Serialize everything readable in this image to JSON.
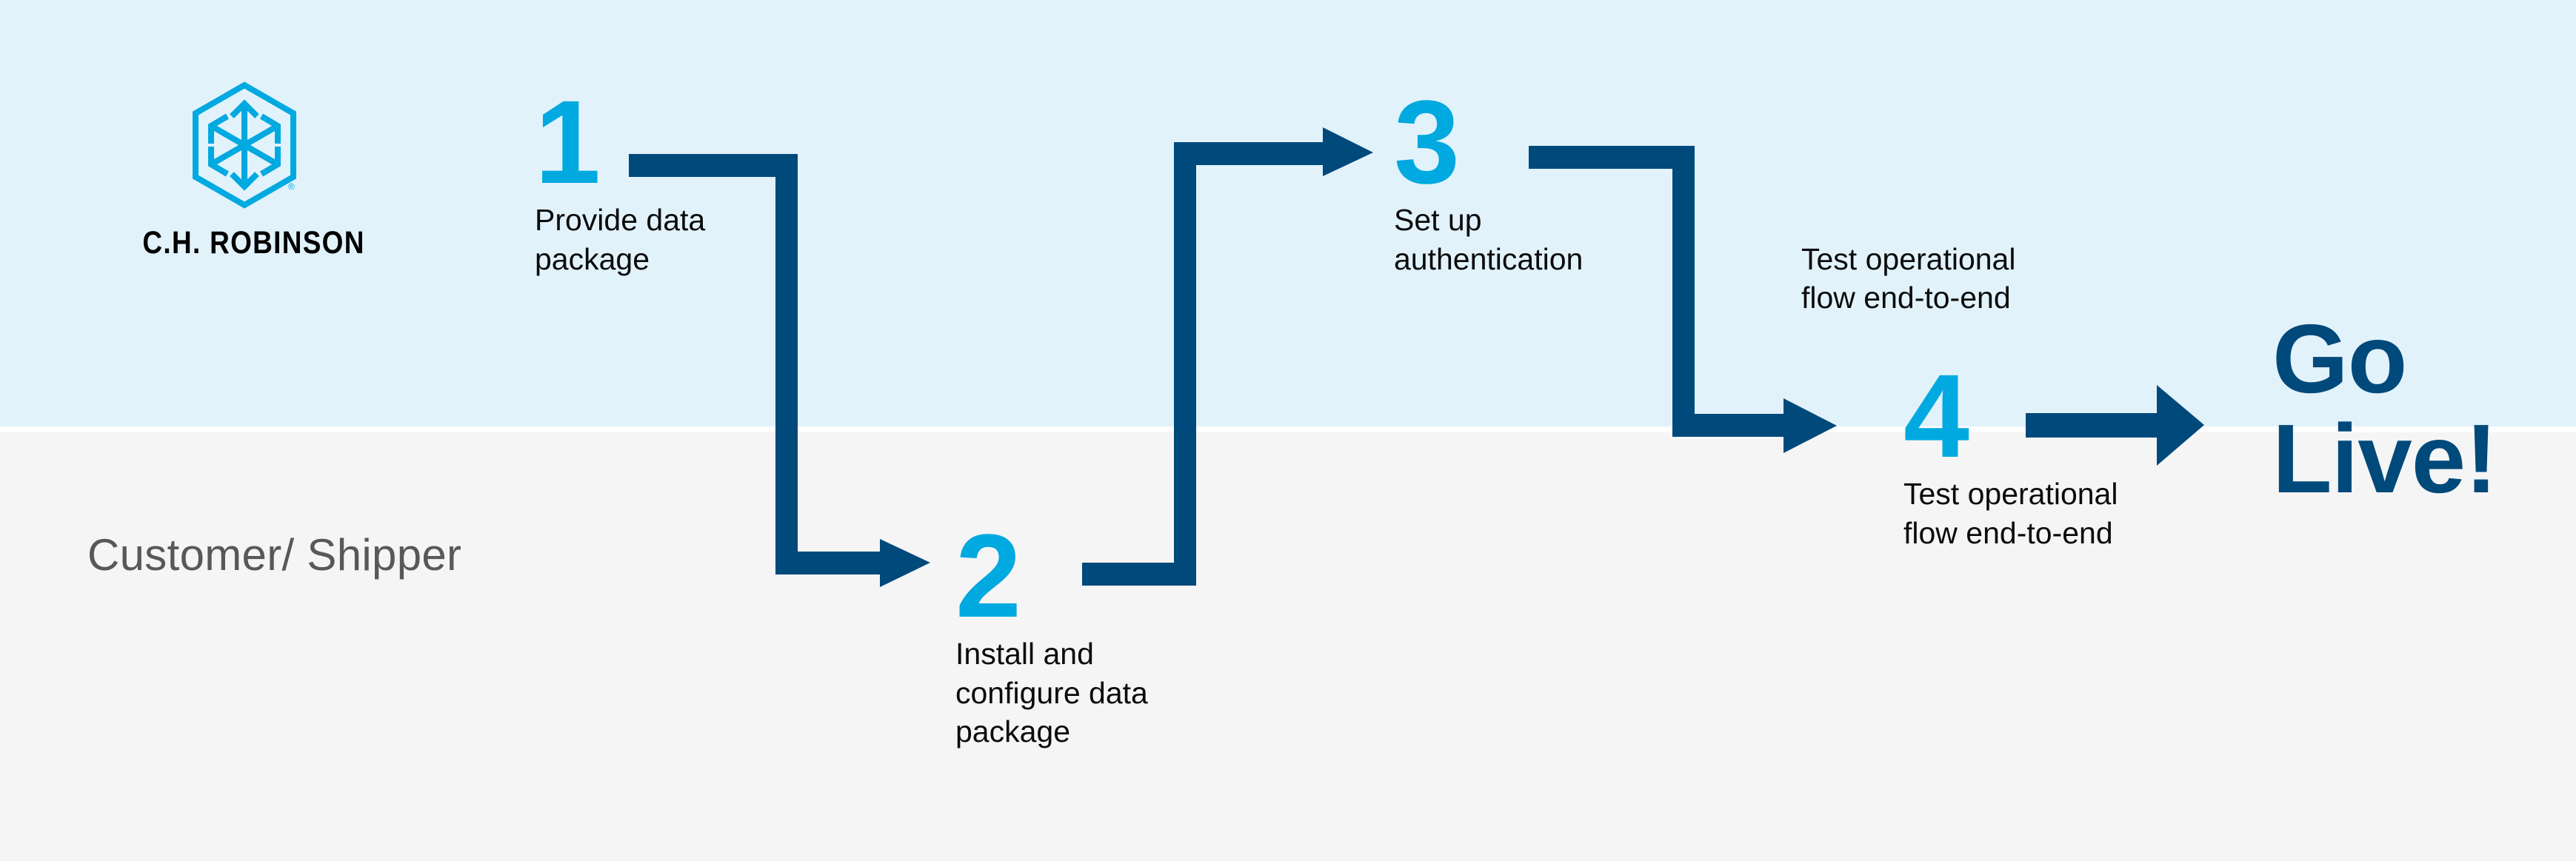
{
  "colors": {
    "band_top": "#e2f2fb",
    "band_bottom": "#f5f5f5",
    "accent_light_blue": "#00a9e0",
    "accent_dark_blue": "#00497b",
    "lane_label_gray": "#58585b",
    "body_text": "#0b0b0b"
  },
  "brand": {
    "logo_icon": "hexagon-cube-arrows-icon",
    "wordmark": "C.H. ROBINSON",
    "registered_mark": "®"
  },
  "lane": {
    "label": "Customer/\nShipper"
  },
  "flow": {
    "steps": [
      {
        "number": "1",
        "label": "Provide data\npackage"
      },
      {
        "number": "2",
        "label": "Install and\nconfigure data\npackage"
      },
      {
        "number": "3",
        "label": "Set up\nauthentication"
      },
      {
        "number": "4",
        "label": "Test operational\nflow end-to-end"
      }
    ],
    "extra_label": "Test operational\nflow end-to-end",
    "final": "Go\nLive!"
  },
  "connectors": [
    {
      "name": "connector-1-to-2",
      "shape": "right-then-down-then-right-arrow"
    },
    {
      "name": "connector-2-to-3",
      "shape": "right-then-up-then-right-arrow"
    },
    {
      "name": "connector-3-to-4",
      "shape": "right-then-down-then-right-arrow"
    },
    {
      "name": "connector-4-to-golive",
      "shape": "right-arrow"
    }
  ]
}
